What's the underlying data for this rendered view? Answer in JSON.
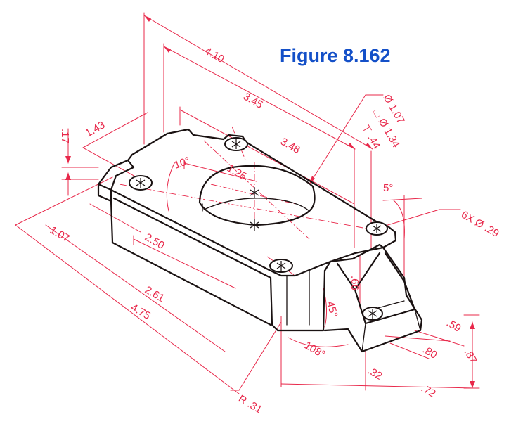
{
  "figure": {
    "title": "Figure 8.162"
  },
  "dimensions": {
    "overall_length": "4.10",
    "hole_spacing_long": "3.45",
    "hole_spacing_top": "3.48",
    "left_offset": "1.43",
    "chamfer_height": ".17",
    "slot_offset": "1.25",
    "chamfer_angle": "10°",
    "bore_diameter": "Ø 1.07",
    "counterbore": "⌴ Ø 1.34",
    "counterbore_depth": "⊤ .44",
    "draft_angle": "5°",
    "holes_callout": "6X Ø .29",
    "front_offset": "1.07",
    "front_spacing": "2.50",
    "front_length": "2.61",
    "total_length": "4.75",
    "lug_height": ".66",
    "lug_angle": "45°",
    "lug_included_angle": "108°",
    "radius": "R .31",
    "lug_width": ".32",
    "lug_base": ".72",
    "lug_offset": ".59",
    "lug_depth": ".80",
    "overall_height": ".87"
  },
  "colors": {
    "object_lines": "#1a1212",
    "dimension_lines": "#e8284a",
    "title": "#1450c8"
  }
}
